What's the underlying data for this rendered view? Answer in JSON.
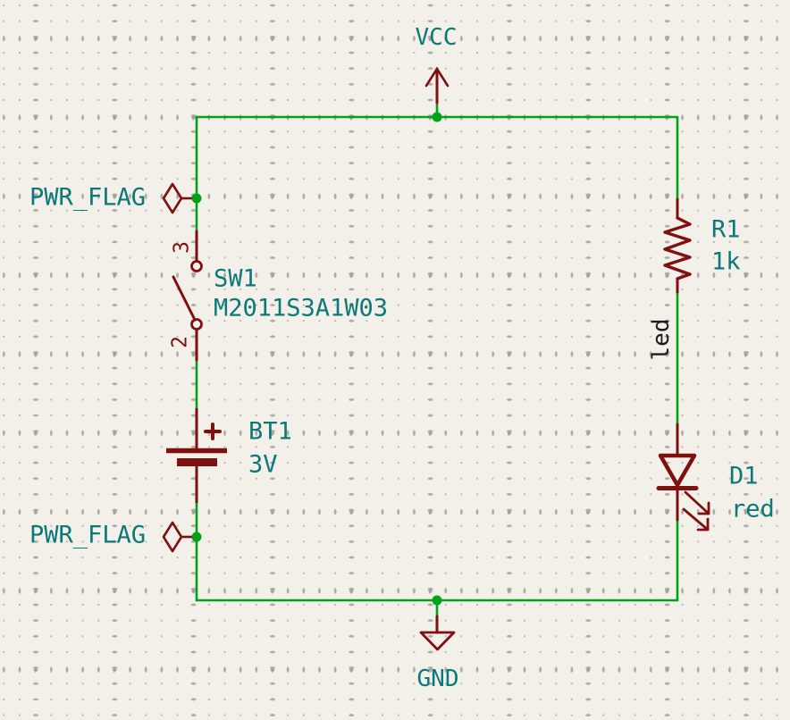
{
  "colors": {
    "background": "#f2f0e9",
    "wire_green": "#00a318",
    "symbol_maroon": "#7f1010",
    "field_teal": "#0c7878",
    "net_label_black": "#1c1c1c"
  },
  "power_symbols": {
    "vcc": "VCC",
    "gnd": "GND"
  },
  "flags": {
    "pwr_flag_top": "PWR_FLAG",
    "pwr_flag_bottom": "PWR_FLAG"
  },
  "components": {
    "switch": {
      "ref": "SW1",
      "value": "M2011S3A1W03",
      "pin_top_number": "3",
      "pin_bottom_number": "2"
    },
    "battery": {
      "ref": "BT1",
      "value": "3V"
    },
    "resistor": {
      "ref": "R1",
      "value": "1k"
    },
    "led": {
      "ref": "D1",
      "value": "red"
    }
  },
  "net_labels": {
    "led_net": "led"
  }
}
